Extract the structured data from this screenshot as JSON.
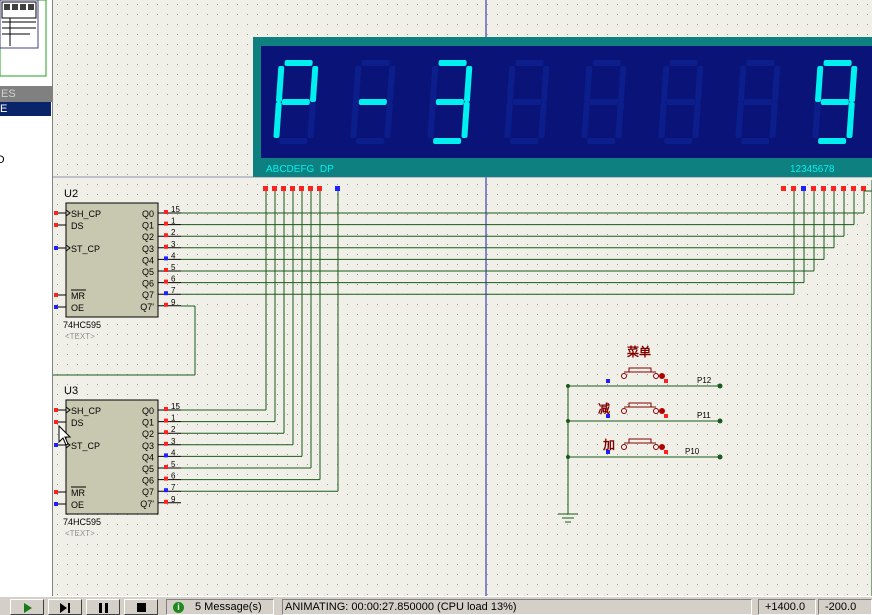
{
  "left_panel": {
    "header_label": "ES",
    "selected_item": "E",
    "list_item": "O"
  },
  "display": {
    "digits": [
      "P",
      "-",
      "3",
      "",
      "",
      "",
      "",
      "9"
    ],
    "segment_pin_label": "ABCDEFG  DP",
    "digit_pin_label": "12345678",
    "colors": {
      "frame": "#0e8080",
      "panel": "#0a1478",
      "segment_on": "#00f0f0",
      "segment_off": "#0c1e8c"
    }
  },
  "chips": [
    {
      "ref": "U2",
      "part": "74HC595",
      "text": "<TEXT>",
      "left_pins": [
        "SH_CP",
        "DS",
        "ST_CP",
        "MR",
        "OE"
      ],
      "right_pins": [
        "Q0",
        "Q1",
        "Q2",
        "Q3",
        "Q4",
        "Q5",
        "Q6",
        "Q7",
        "Q7'"
      ],
      "pin_numbers": [
        "15",
        "1",
        "2",
        "3",
        "4",
        "5",
        "6",
        "7",
        "9"
      ]
    },
    {
      "ref": "U3",
      "part": "74HC595",
      "text": "<TEXT>",
      "left_pins": [
        "SH_CP",
        "DS",
        "ST_CP",
        "MR",
        "OE"
      ],
      "right_pins": [
        "Q0",
        "Q1",
        "Q2",
        "Q3",
        "Q4",
        "Q5",
        "Q6",
        "Q7",
        "Q7'"
      ],
      "pin_numbers": [
        "15",
        "1",
        "2",
        "3",
        "4",
        "5",
        "6",
        "7",
        "9"
      ]
    }
  ],
  "buttons": [
    {
      "label": "菜单",
      "net": "P12"
    },
    {
      "label": "减",
      "net": "P11"
    },
    {
      "label": "加",
      "net": "P10"
    }
  ],
  "status": {
    "messages": "5 Message(s)",
    "animating": "ANIMATING: 00:00:27.850000 (CPU load 13%)",
    "coord_x": "+1400.0",
    "coord_y": "-200.0"
  }
}
